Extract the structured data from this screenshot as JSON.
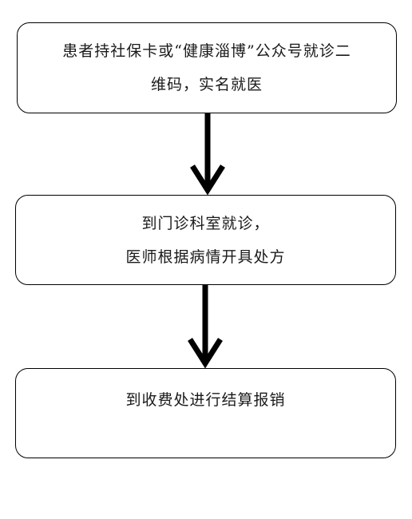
{
  "flowchart": {
    "steps": [
      {
        "lines": [
          "患者持社保卡或“健康淄博”公众号就诊二",
          "维码，实名就医"
        ]
      },
      {
        "lines": [
          "到门诊科室就诊，",
          "医师根据病情开具处方"
        ]
      },
      {
        "lines": [
          "到收费处进行结算报销"
        ]
      }
    ]
  },
  "colors": {
    "border": "#000000",
    "arrow": "#000000",
    "text": "#1a1a1a",
    "background": "#ffffff"
  }
}
